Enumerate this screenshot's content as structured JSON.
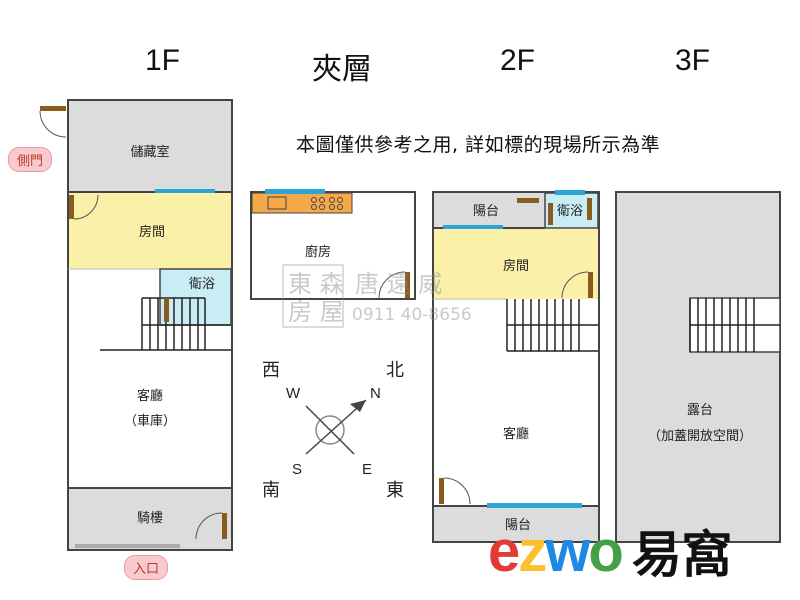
{
  "floors": {
    "f1": "1F",
    "mezz": "夾層",
    "f2": "2F",
    "f3": "3F"
  },
  "note": "本圖僅供參考之用, 詳如標的現場所示為準",
  "rooms": {
    "f1_storage": "儲藏室",
    "f1_room": "房間",
    "f1_bath": "衛浴",
    "f1_living": "客廳",
    "f1_garage": "（車庫）",
    "f1_arcade": "騎樓",
    "mezz_kitchen": "廚房",
    "f2_balcony_top": "陽台",
    "f2_bath": "衛浴",
    "f2_room": "房間",
    "f2_living": "客廳",
    "f2_balcony_bottom": "陽台",
    "f3_terrace": "露台",
    "f3_terrace_note": "（加蓋開放空間）"
  },
  "labels": {
    "side_door": "側門",
    "entrance": "入口"
  },
  "compass": {
    "west_zh": "西",
    "north_zh": "北",
    "south_zh": "南",
    "east_zh": "東",
    "w": "W",
    "n": "N",
    "s": "S",
    "e": "E"
  },
  "watermark": {
    "line1a": "東 森",
    "line1b": "唐 遠 威",
    "line2a": "房 屋",
    "line2b": "0911 40-8656"
  },
  "logo": {
    "ez": "ezwo",
    "zh": "易窩",
    "colors": [
      "#e53935",
      "#fbc02d",
      "#1e88e5",
      "#43a047"
    ]
  },
  "colors": {
    "gray_room": "#dcdcdc",
    "yellow_room": "#faf0a8",
    "bath_blue": "#c9ecf5",
    "window_blue": "#2ea4d6",
    "door_brown": "#8b5a1e",
    "kitchen_orange": "#f5a94a",
    "wall": "#444444"
  }
}
